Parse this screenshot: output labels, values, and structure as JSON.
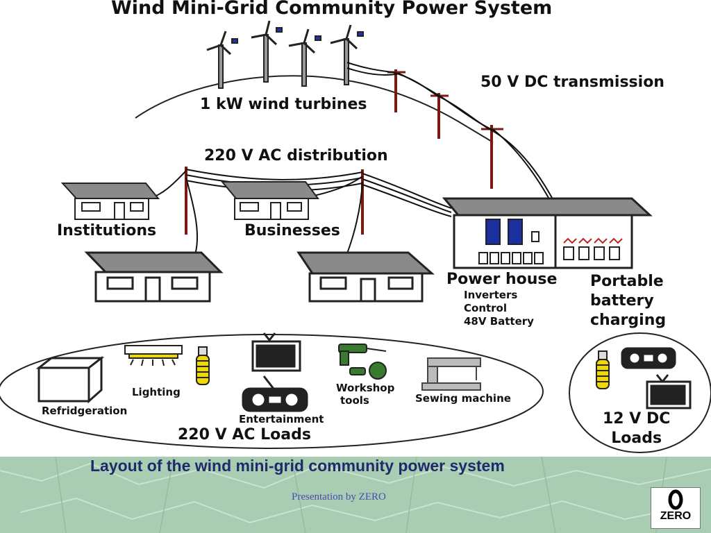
{
  "diagram": {
    "title": "Wind Mini-Grid Community Power System",
    "labels": {
      "turbines": "1 kW wind turbines",
      "dc_transmission": "50 V DC transmission",
      "ac_distribution": "220 V AC distribution",
      "institutions": "Institutions",
      "businesses": "Businesses",
      "power_house": "Power house",
      "power_house_items": [
        "Inverters",
        "Control",
        "48V Battery"
      ],
      "portable_charging": [
        "Portable",
        "battery",
        "charging"
      ],
      "refrigeration": "Refridgeration",
      "lighting": "Lighting",
      "entertainment": "Entertainment",
      "workshop_tools": [
        "Workshop",
        "tools"
      ],
      "sewing_machine": "Sewing machine",
      "ac_loads": "220 V AC Loads",
      "dc_loads": [
        "12 V DC",
        "Loads"
      ]
    }
  },
  "footer": {
    "caption": "Layout of the wind mini-grid community power system",
    "credit": "Presentation by ZERO",
    "logo_text": "ZERO"
  },
  "colors": {
    "pole": "#7a1a10",
    "roof": "#8a8a8a",
    "footer_bg": "#a8cdb3",
    "caption": "#1f2a6b",
    "credit": "#4a4bb0",
    "panel_blue": "#1a2fa0"
  }
}
